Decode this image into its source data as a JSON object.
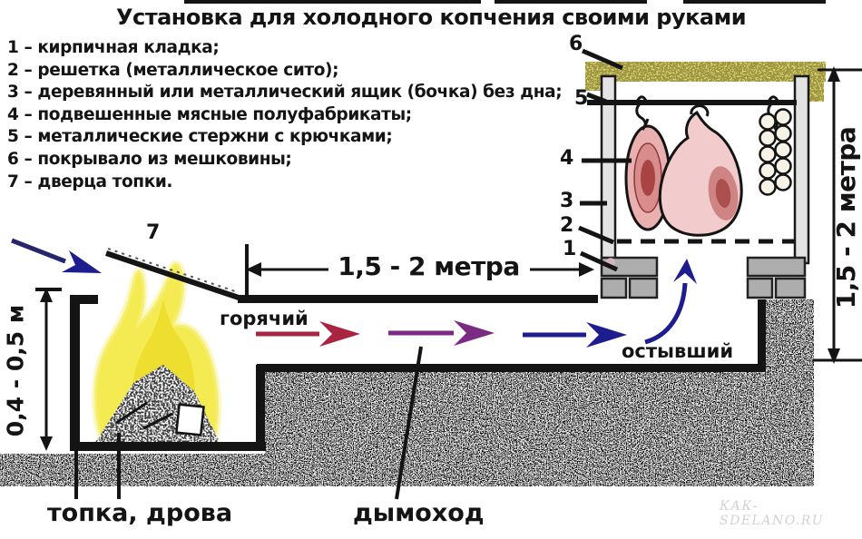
{
  "title": "Установка для холодного копчения своими руками",
  "legend": {
    "items": [
      "1 – кирпичная кладка;",
      "2 – решетка (металлическое сито);",
      "3 – деревянный или металлический ящик (бочка) без дна;",
      "4 – подвешенные мясные полуфабрикаты;",
      "5 – металлические стержни с крючками;",
      "6 – покрывало из мешковины;",
      "7 – дверца топки."
    ]
  },
  "callouts": [
    "1",
    "2",
    "3",
    "4",
    "5",
    "6",
    "7"
  ],
  "labels": {
    "smoke_hot": "горячий",
    "smoke_cooled": "остывший",
    "firebox": "топка, дрова",
    "chimney": "дымоход"
  },
  "dimensions": {
    "chimney_length": "1,5 - 2 метра",
    "chamber_height": "1,5 - 2 метра",
    "firebox_depth": "0,4 - 0,5 м"
  },
  "watermark": "КАК-SDELANO.RU",
  "colors": {
    "text": "#141414",
    "arrow_hot": "#a82440",
    "arrow_warm": "#7c2b84",
    "arrow_cold": "#1d1d8f",
    "flame_yellow": "#f2e83e",
    "burlap_olive": "#ded375",
    "brick_gray": "#adadad",
    "meat_pink": "#eaafaf",
    "ground_base": "#ededed"
  }
}
